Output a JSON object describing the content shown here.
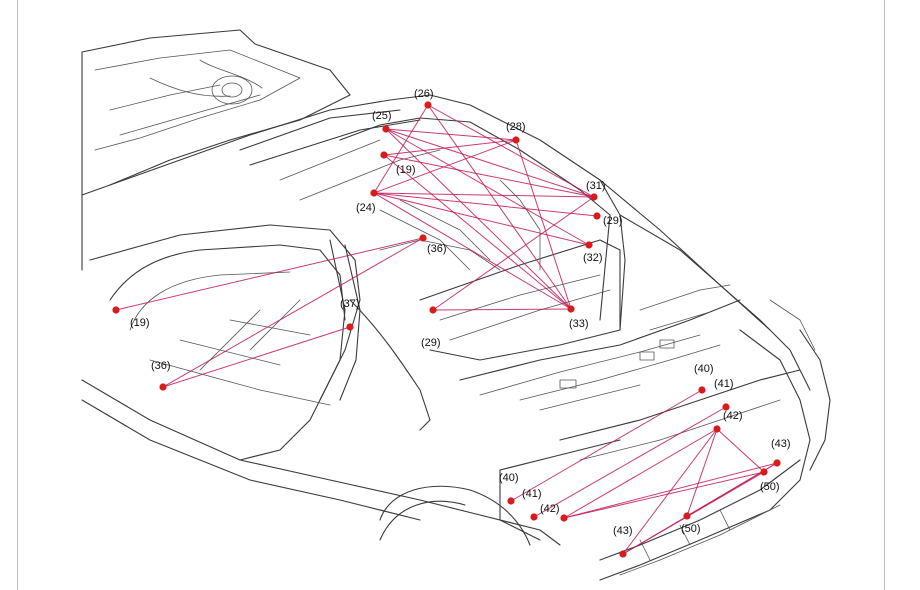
{
  "diagram": {
    "colors": {
      "measure_line": "#c2185b",
      "point": "#d81b1b",
      "outline": "#3a3a3a",
      "frame": "#bdbdbd"
    },
    "points": [
      {
        "id": "p26",
        "label": "(26)"
      },
      {
        "id": "p25",
        "label": "(25)"
      },
      {
        "id": "p28",
        "label": "(28)"
      },
      {
        "id": "p19a",
        "label": "(19)"
      },
      {
        "id": "p24",
        "label": "(24)"
      },
      {
        "id": "p31",
        "label": "(31)"
      },
      {
        "id": "p29a",
        "label": "(29)"
      },
      {
        "id": "p32",
        "label": "(32)"
      },
      {
        "id": "p36a",
        "label": "(36)"
      },
      {
        "id": "p33",
        "label": "(33)"
      },
      {
        "id": "p29b",
        "label": "(29)"
      },
      {
        "id": "p19b",
        "label": "(19)"
      },
      {
        "id": "p37",
        "label": "(37)"
      },
      {
        "id": "p36b",
        "label": "(36)"
      },
      {
        "id": "p40a",
        "label": "(40)"
      },
      {
        "id": "p41a",
        "label": "(41)"
      },
      {
        "id": "p42a",
        "label": "(42)"
      },
      {
        "id": "p43a",
        "label": "(43)"
      },
      {
        "id": "p50a",
        "label": "(50)"
      },
      {
        "id": "p40b",
        "label": "(40)"
      },
      {
        "id": "p41b",
        "label": "(41)"
      },
      {
        "id": "p42b",
        "label": "(42)"
      },
      {
        "id": "p50b",
        "label": "(50)"
      },
      {
        "id": "p43b",
        "label": "(43)"
      }
    ],
    "connections": [
      [
        "p25",
        "p28"
      ],
      [
        "p25",
        "p31"
      ],
      [
        "p25",
        "p32"
      ],
      [
        "p25",
        "p33"
      ],
      [
        "p26",
        "p24"
      ],
      [
        "p26",
        "p31"
      ],
      [
        "p26",
        "p33"
      ],
      [
        "p28",
        "p24"
      ],
      [
        "p28",
        "p33"
      ],
      [
        "p28",
        "p19a"
      ],
      [
        "p24",
        "p31"
      ],
      [
        "p24",
        "p32"
      ],
      [
        "p24",
        "p33"
      ],
      [
        "p24",
        "p29a"
      ],
      [
        "p19a",
        "p31"
      ],
      [
        "p19a",
        "p33"
      ],
      [
        "p31",
        "p29b"
      ],
      [
        "p33",
        "p29b"
      ],
      [
        "p19b",
        "p36a"
      ],
      [
        "p36b",
        "p37"
      ],
      [
        "p36b",
        "p36a"
      ],
      [
        "p40a",
        "p40b"
      ],
      [
        "p41a",
        "p41b"
      ],
      [
        "p42a",
        "p42b"
      ],
      [
        "p42a",
        "p43b"
      ],
      [
        "p42a",
        "p50b"
      ],
      [
        "p42a",
        "p50a"
      ],
      [
        "p43a",
        "p42b"
      ],
      [
        "p43a",
        "p43b"
      ],
      [
        "p50a",
        "p42b"
      ],
      [
        "p50a",
        "p43b"
      ],
      [
        "p43a",
        "p50b"
      ]
    ]
  }
}
